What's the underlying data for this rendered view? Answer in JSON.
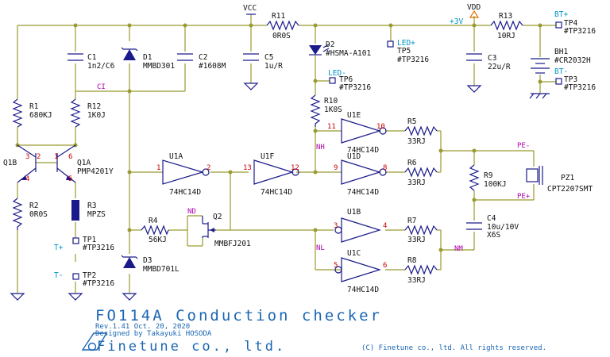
{
  "rails": {
    "vcc": "VCC",
    "vdd": "VDD",
    "plus3v": "+3V"
  },
  "nets": {
    "ci": "CI",
    "nh": "NH",
    "nd": "ND",
    "nl": "NL",
    "nm": "NM",
    "pe_minus": "PE-",
    "pe_plus": "PE+",
    "led_plus": "LED+",
    "led_minus": "LED-",
    "bt_plus": "BT+",
    "bt_minus": "BT-",
    "t_plus": "T+",
    "t_minus": "T-"
  },
  "components": {
    "c1": {
      "ref": "C1",
      "value": "1n2/C6"
    },
    "d1": {
      "ref": "D1",
      "value": "MMBD301"
    },
    "c2": {
      "ref": "C2",
      "value": "#1608M"
    },
    "c5": {
      "ref": "C5",
      "value": "1u/R"
    },
    "r11": {
      "ref": "R11",
      "value": "0R0S"
    },
    "d2": {
      "ref": "D2",
      "value": "#HSMA-A101"
    },
    "tp5": {
      "ref": "TP5",
      "value": "#TP3216"
    },
    "tp6": {
      "ref": "TP6",
      "value": "#TP3216"
    },
    "r10": {
      "ref": "R10",
      "value": "1K0S"
    },
    "r13": {
      "ref": "R13",
      "value": "10RJ"
    },
    "tp4": {
      "ref": "TP4",
      "value": "#TP3216"
    },
    "bh1": {
      "ref": "BH1",
      "value": "#CR2032H"
    },
    "c3": {
      "ref": "C3",
      "value": "22u/R"
    },
    "tp3": {
      "ref": "TP3",
      "value": "#TP3216"
    },
    "r1": {
      "ref": "R1",
      "value": "680KJ"
    },
    "r12": {
      "ref": "R12",
      "value": "1K0J"
    },
    "q1a": {
      "ref": "Q1A",
      "value": "PMP4201Y"
    },
    "q1b": {
      "ref": "Q1B"
    },
    "r2": {
      "ref": "R2",
      "value": "0R0S"
    },
    "r3": {
      "ref": "R3",
      "value": "MPZS"
    },
    "tp1": {
      "ref": "TP1",
      "value": "#TP3216"
    },
    "tp2": {
      "ref": "TP2",
      "value": "#TP3216"
    },
    "u1a": {
      "ref": "U1A",
      "value": "74HC14D"
    },
    "u1f": {
      "ref": "U1F",
      "value": "74HC14D"
    },
    "u1e": {
      "ref": "U1E",
      "value": "74HC14D"
    },
    "u1d": {
      "ref": "U1D",
      "value": "74HC14D"
    },
    "u1b": {
      "ref": "U1B",
      "value": "74HC14D"
    },
    "u1c": {
      "ref": "U1C",
      "value": "74HC14D"
    },
    "r5": {
      "ref": "R5",
      "value": "33RJ"
    },
    "r6": {
      "ref": "R6",
      "value": "33RJ"
    },
    "r7": {
      "ref": "R7",
      "value": "33RJ"
    },
    "r8": {
      "ref": "R8",
      "value": "33RJ"
    },
    "r9": {
      "ref": "R9",
      "value": "100KJ"
    },
    "pz1": {
      "ref": "PZ1",
      "value": "CPT2207SMT"
    },
    "c4": {
      "ref": "C4",
      "value": "10u/10V",
      "value2": "X6S"
    },
    "r4": {
      "ref": "R4",
      "value": "56KJ"
    },
    "q2": {
      "ref": "Q2",
      "value": "MMBFJ201"
    },
    "d3": {
      "ref": "D3",
      "value": "MMBD701L"
    }
  },
  "pins": {
    "q1b_3": "3",
    "q1b_2": "2",
    "q1b_4": "4",
    "q1a_1": "1",
    "q1a_6": "6",
    "q1a_5": "5",
    "u1a_in": "1",
    "u1a_out": "2",
    "u1f_in": "13",
    "u1f_out": "12",
    "u1e_in": "11",
    "u1e_out": "10",
    "u1d_in": "9",
    "u1d_out": "8",
    "u1b_in": "3",
    "u1b_out": "4",
    "u1c_in": "5",
    "u1c_out": "6"
  },
  "title_block": {
    "title": "FO114A Conduction checker",
    "revision": "Rev.1.41 Oct. 20, 2020",
    "designer": "Designed by Takayuki HOSODA",
    "company": "Finetune co., ltd.",
    "copyright": "(C) Finetune co., ltd. All rights reserved."
  }
}
